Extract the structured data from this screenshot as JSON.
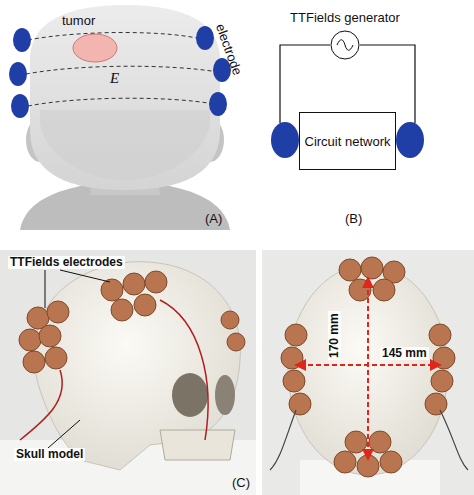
{
  "diagram": {
    "nodes": [
      {
        "text": [
          "TTFields generator"
        ]
      },
      {
        "text": [
          "Circuit network"
        ]
      }
    ],
    "labels": [
      "tumor",
      "electrode",
      "E",
      "(A)",
      "(B)",
      "TTFields electrodes",
      "Skull model",
      "170 mm",
      "145 mm",
      "(C)"
    ]
  }
}
